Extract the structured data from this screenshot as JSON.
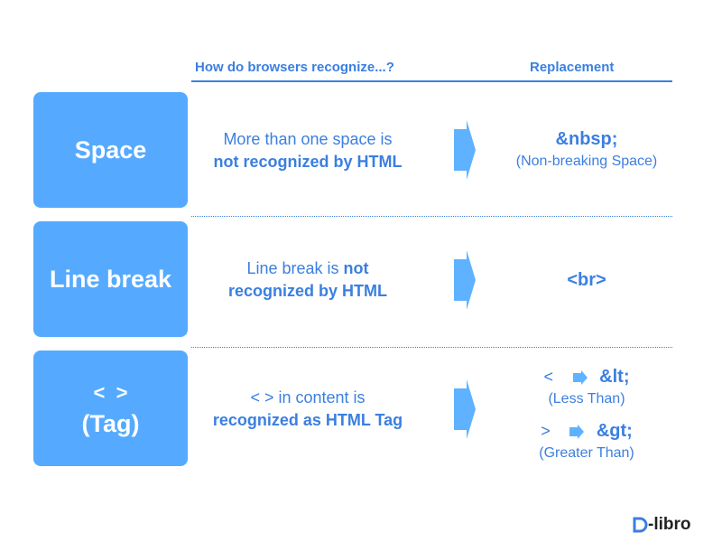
{
  "headers": {
    "recognize": "How do browsers recognize...?",
    "replacement": "Replacement"
  },
  "rows": [
    {
      "label_line1": "Space",
      "label_line2": "",
      "desc_normal": "More than one space is",
      "desc_bold": "not recognized by HTML",
      "replacements": [
        {
          "code": "&nbsp;",
          "sub": "(Non-breaking Space)"
        }
      ]
    },
    {
      "label_line1": "Line break",
      "label_line2": "",
      "desc_normal": "Line break is ",
      "desc_bold_inline": "not",
      "desc_bold": "recognized by HTML",
      "replacements": [
        {
          "code": "<br>"
        }
      ]
    },
    {
      "label_line1": "<  >",
      "label_line2": "(Tag)",
      "desc_normal": "< > in content is",
      "desc_bold": "recognized as HTML Tag",
      "replacements": [
        {
          "from": "<",
          "code": "&lt;",
          "sub": "(Less Than)"
        },
        {
          "from": ">",
          "code": "&gt;",
          "sub": "(Greater Than)"
        }
      ]
    }
  ],
  "logo": {
    "text": "-libro",
    "mark": "D"
  },
  "colors": {
    "box": "#55aaff",
    "text": "#3b7fe0",
    "arrow": "#5fb2ff"
  }
}
